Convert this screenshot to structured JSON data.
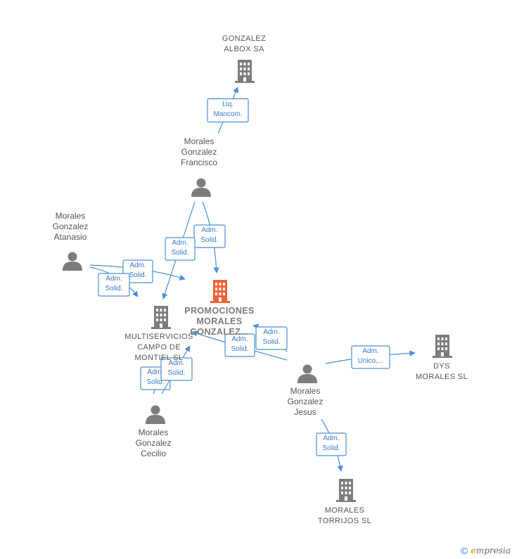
{
  "nodes": [
    {
      "id": "gonzalez-albox",
      "kind": "company",
      "lines": [
        "GONZALEZ",
        "ALBOX SA"
      ]
    },
    {
      "id": "francisco",
      "kind": "person",
      "lines": [
        "Morales",
        "Gonzalez",
        "Francisco"
      ]
    },
    {
      "id": "atanasio",
      "kind": "person",
      "lines": [
        "Morales",
        "Gonzalez",
        "Atanasio"
      ]
    },
    {
      "id": "promociones",
      "kind": "center",
      "lines": [
        "PROMOCIONES",
        "MORALES",
        "GONZALEZ..."
      ]
    },
    {
      "id": "multiservicios",
      "kind": "company",
      "lines": [
        "MULTISERVICIOS",
        "CAMPO DE",
        "MONTIEL SL"
      ]
    },
    {
      "id": "jesus",
      "kind": "person",
      "lines": [
        "Morales",
        "Gonzalez",
        "Jesus"
      ]
    },
    {
      "id": "dys",
      "kind": "company",
      "lines": [
        "DYS",
        "MORALES  SL"
      ]
    },
    {
      "id": "cecilio",
      "kind": "person",
      "lines": [
        "Morales",
        "Gonzalez",
        "Cecilio"
      ]
    },
    {
      "id": "torrijos",
      "kind": "company",
      "lines": [
        "MORALES",
        "TORRIJOS  SL"
      ]
    }
  ],
  "edges": [
    {
      "from": "francisco",
      "to": "gonzalez-albox",
      "label": [
        "Liq.",
        "Mancom."
      ]
    },
    {
      "from": "francisco",
      "to": "promociones",
      "label": [
        "Adm.",
        "Solid."
      ]
    },
    {
      "from": "francisco",
      "to": "multiservicios",
      "label": [
        "Adm.",
        "Solid."
      ]
    },
    {
      "from": "atanasio",
      "to": "promociones",
      "label": [
        "Adm.",
        "Solid."
      ]
    },
    {
      "from": "atanasio",
      "to": "multiservicios",
      "label": [
        "Adm.",
        "Solid."
      ]
    },
    {
      "from": "jesus",
      "to": "promociones",
      "label": [
        "Adm.",
        "Solid."
      ]
    },
    {
      "from": "jesus",
      "to": "multiservicios",
      "label": [
        "Adm.",
        "Solid."
      ]
    },
    {
      "from": "jesus",
      "to": "dys",
      "label": [
        "Adm.",
        "Unico,..."
      ]
    },
    {
      "from": "jesus",
      "to": "torrijos",
      "label": [
        "Adm.",
        "Solid."
      ]
    },
    {
      "from": "cecilio",
      "to": "multiservicios",
      "label": [
        "Adm.",
        "Solid."
      ]
    },
    {
      "from": "cecilio",
      "to": "multiservicios",
      "label": [
        "Adm.",
        "Solid."
      ]
    }
  ],
  "colors": {
    "center": "#f0643a",
    "company": "#7d7d7d",
    "person": "#7d7d7d",
    "edge": "#4a90d9"
  },
  "brand": {
    "copyright": "©",
    "e": "e",
    "name": "mpresia"
  }
}
